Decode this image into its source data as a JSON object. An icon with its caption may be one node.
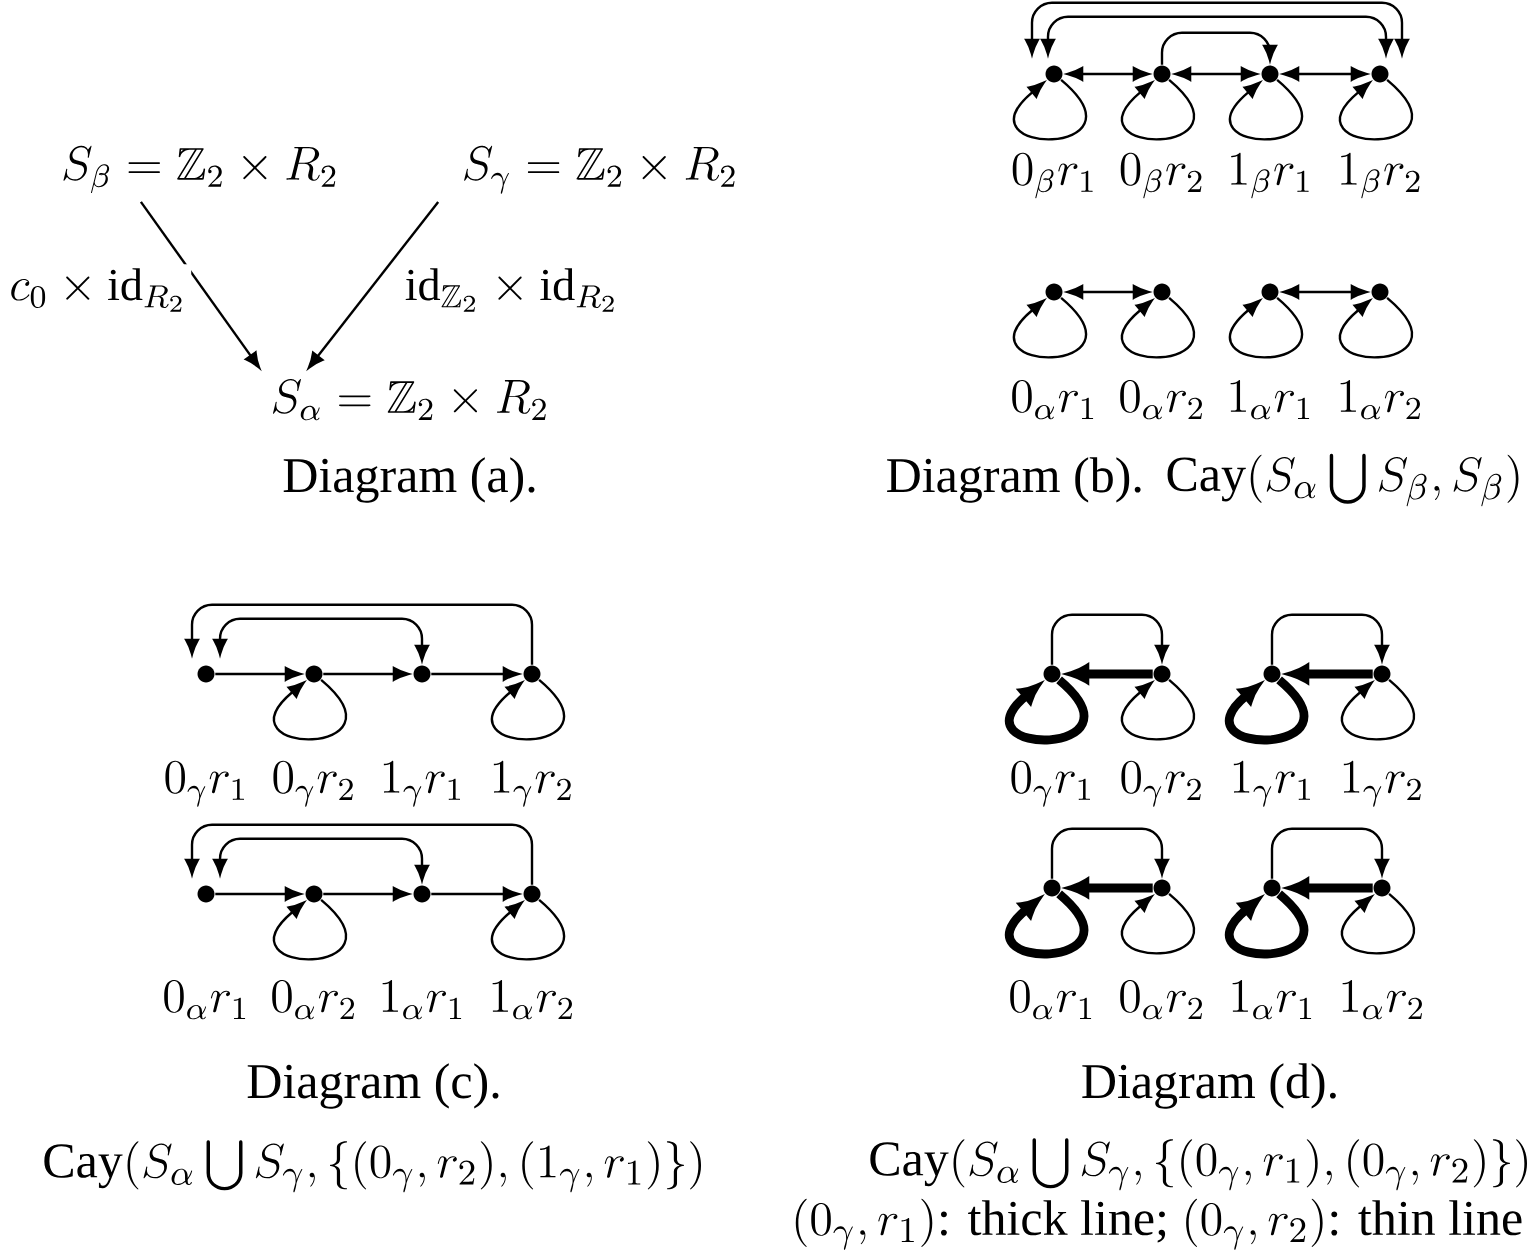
{
  "diagram": {
    "nodes": [
      {
        "text": [
          "S_\\beta = \\mathbb{Z}_2 \\times R_2"
        ]
      },
      {
        "text": [
          "S_\\gamma = \\mathbb{Z}_2 \\times R_2"
        ]
      },
      {
        "text": [
          "S_\\alpha = \\mathbb{Z}_2 \\times R_2"
        ]
      },
      {
        "text": [
          "0_\\beta r_1"
        ]
      },
      {
        "text": [
          "0_\\beta r_2"
        ]
      },
      {
        "text": [
          "1_\\beta r_1"
        ]
      },
      {
        "text": [
          "1_\\beta r_2"
        ]
      },
      {
        "text": [
          "0_\\alpha r_1"
        ]
      },
      {
        "text": [
          "0_\\alpha r_2"
        ]
      },
      {
        "text": [
          "1_\\alpha r_1"
        ]
      },
      {
        "text": [
          "1_\\alpha r_2"
        ]
      },
      {
        "text": [
          "0_\\gamma r_1"
        ]
      },
      {
        "text": [
          "0_\\gamma r_2"
        ]
      },
      {
        "text": [
          "1_\\gamma r_1"
        ]
      },
      {
        "text": [
          "1_\\gamma r_2"
        ]
      },
      {
        "text": [
          "0_\\alpha r_1"
        ]
      },
      {
        "text": [
          "0_\\alpha r_2"
        ]
      },
      {
        "text": [
          "1_\\alpha r_1"
        ]
      },
      {
        "text": [
          "1_\\alpha r_2"
        ]
      },
      {
        "text": [
          "0_\\gamma r_1"
        ]
      },
      {
        "text": [
          "0_\\gamma r_2"
        ]
      },
      {
        "text": [
          "1_\\gamma r_1"
        ]
      },
      {
        "text": [
          "1_\\gamma r_2"
        ]
      },
      {
        "text": [
          "0_\\alpha r_1"
        ]
      },
      {
        "text": [
          "0_\\alpha r_2"
        ]
      },
      {
        "text": [
          "1_\\alpha r_1"
        ]
      },
      {
        "text": [
          "1_\\alpha r_2"
        ]
      }
    ],
    "edges": [
      {
        "from": 0,
        "to": 2,
        "arrow": "to",
        "label": "c_0 \\times \\mathrm{id}_{R_2}"
      },
      {
        "from": 1,
        "to": 2,
        "arrow": "to",
        "label": "\\mathrm{id}_{\\mathbb{Z}_2} \\times \\mathrm{id}_{R_2}"
      },
      {
        "from": 3,
        "to": 4,
        "arrow": "both"
      },
      {
        "from": 4,
        "to": 5,
        "arrow": "both"
      },
      {
        "from": 5,
        "to": 6,
        "arrow": "both"
      },
      {
        "from": 3,
        "to": 6,
        "arrow": "both"
      },
      {
        "from": 3,
        "to": 6,
        "arrow": "both"
      },
      {
        "from": 4,
        "to": 5,
        "arrow": "to"
      },
      {
        "from": 3,
        "to": 3,
        "arrow": "to"
      },
      {
        "from": 4,
        "to": 4,
        "arrow": "to"
      },
      {
        "from": 5,
        "to": 5,
        "arrow": "to"
      },
      {
        "from": 6,
        "to": 6,
        "arrow": "to"
      },
      {
        "from": 7,
        "to": 8,
        "arrow": "both"
      },
      {
        "from": 9,
        "to": 10,
        "arrow": "both"
      },
      {
        "from": 7,
        "to": 7,
        "arrow": "to"
      },
      {
        "from": 8,
        "to": 8,
        "arrow": "to"
      },
      {
        "from": 9,
        "to": 9,
        "arrow": "to"
      },
      {
        "from": 10,
        "to": 10,
        "arrow": "to"
      },
      {
        "from": 11,
        "to": 12,
        "arrow": "to"
      },
      {
        "from": 12,
        "to": 13,
        "arrow": "to"
      },
      {
        "from": 13,
        "to": 14,
        "arrow": "to"
      },
      {
        "from": 11,
        "to": 13,
        "arrow": "both"
      },
      {
        "from": 14,
        "to": 11,
        "arrow": "to"
      },
      {
        "from": 12,
        "to": 12,
        "arrow": "to"
      },
      {
        "from": 14,
        "to": 14,
        "arrow": "to"
      },
      {
        "from": 15,
        "to": 16,
        "arrow": "to"
      },
      {
        "from": 16,
        "to": 17,
        "arrow": "to"
      },
      {
        "from": 17,
        "to": 18,
        "arrow": "to"
      },
      {
        "from": 15,
        "to": 17,
        "arrow": "both"
      },
      {
        "from": 18,
        "to": 15,
        "arrow": "to"
      },
      {
        "from": 16,
        "to": 16,
        "arrow": "to"
      },
      {
        "from": 18,
        "to": 18,
        "arrow": "to"
      },
      {
        "from": 20,
        "to": 19,
        "arrow": "to",
        "style": "thick"
      },
      {
        "from": 22,
        "to": 21,
        "arrow": "to",
        "style": "thick"
      },
      {
        "from": 19,
        "to": 19,
        "arrow": "to",
        "style": "thick"
      },
      {
        "from": 21,
        "to": 21,
        "arrow": "to",
        "style": "thick"
      },
      {
        "from": 19,
        "to": 20,
        "arrow": "to"
      },
      {
        "from": 21,
        "to": 22,
        "arrow": "to"
      },
      {
        "from": 20,
        "to": 20,
        "arrow": "to"
      },
      {
        "from": 22,
        "to": 22,
        "arrow": "to"
      },
      {
        "from": 24,
        "to": 23,
        "arrow": "to",
        "style": "thick"
      },
      {
        "from": 26,
        "to": 25,
        "arrow": "to",
        "style": "thick"
      },
      {
        "from": 23,
        "to": 23,
        "arrow": "to",
        "style": "thick"
      },
      {
        "from": 25,
        "to": 25,
        "arrow": "to",
        "style": "thick"
      },
      {
        "from": 23,
        "to": 24,
        "arrow": "to"
      },
      {
        "from": 25,
        "to": 26,
        "arrow": "to"
      },
      {
        "from": 24,
        "to": 24,
        "arrow": "to"
      },
      {
        "from": 26,
        "to": 26,
        "arrow": "to"
      }
    ],
    "labels": [
      "Diagram (a).",
      "Diagram (b).",
      "\\text{Cay}(S_\\alpha \\bigcup S_\\beta, S_\\beta)",
      "Diagram (c).",
      "\\text{Cay}(S_\\alpha \\bigcup S_\\gamma, \\{(0_\\gamma, r_2), (1_\\gamma, r_1)\\})",
      "Diagram (d).",
      "\\text{Cay}(S_\\alpha \\bigcup S_\\gamma, \\{(0_\\gamma, r_1), (0_\\gamma, r_2)\\})",
      "(0_\\gamma, r_1)\\text{: thick line; }(0_\\gamma, r_2)\\text{: thin line}"
    ]
  }
}
